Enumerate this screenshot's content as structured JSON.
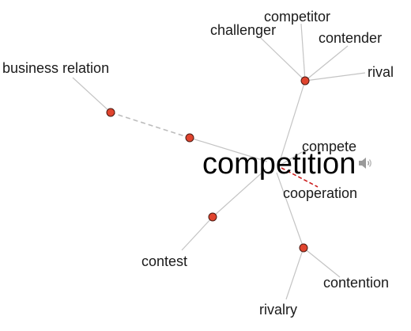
{
  "center": {
    "text": "competition"
  },
  "words": {
    "competitor": "competitor",
    "challenger": "challenger",
    "contender": "contender",
    "rival": "rival",
    "business_relation": "business relation",
    "compete": "compete",
    "cooperation": "cooperation",
    "contest": "contest",
    "contention": "contention",
    "rivalry": "rivalry"
  },
  "colors": {
    "node_fill": "#e0442e",
    "edge": "#c4c4c4",
    "antonym_edge": "#cc1f1f"
  },
  "icons": {
    "audio": "speaker-icon"
  }
}
